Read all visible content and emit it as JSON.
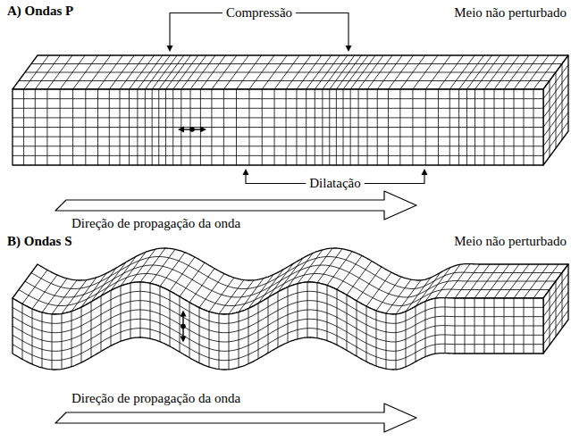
{
  "diagram": {
    "labels": [
      "A) Ondas P",
      "Compressão",
      "Meio não perturbado",
      "Dilatação",
      "Direção de propagação da onda",
      "B) Ondas S",
      "Meio não perturbado",
      "Direção de propagação da onda"
    ]
  }
}
